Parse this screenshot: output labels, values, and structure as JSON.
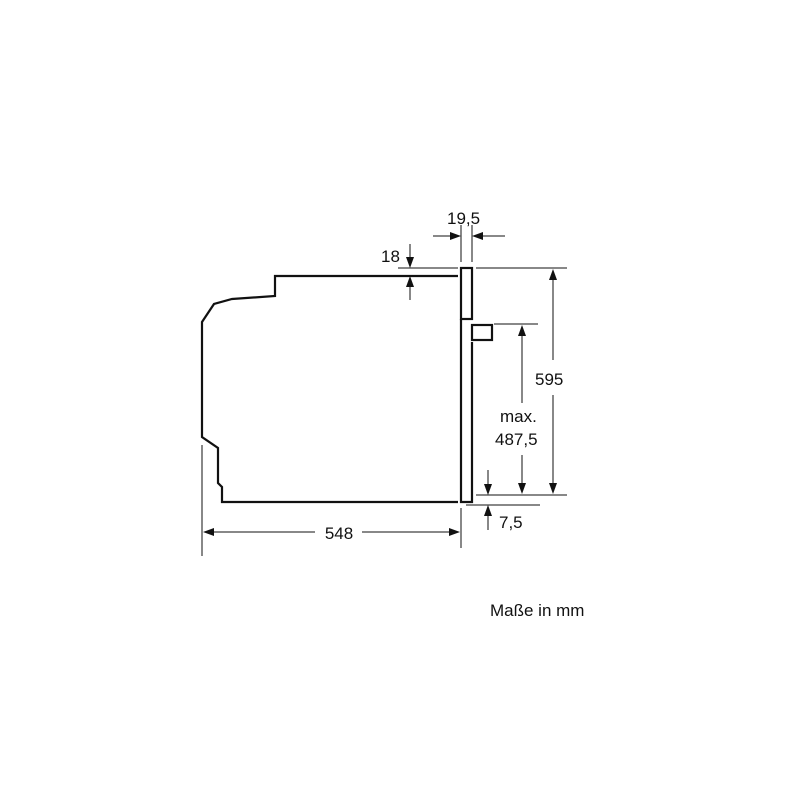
{
  "dimensions": {
    "width": "548",
    "height": "595",
    "front_thickness": "19,5",
    "top_offset": "18",
    "max_label_line1": "max.",
    "max_label_line2": "487,5",
    "bottom_offset": "7,5"
  },
  "note": "Maße in mm",
  "colors": {
    "line": "#111111",
    "background": "#ffffff"
  }
}
